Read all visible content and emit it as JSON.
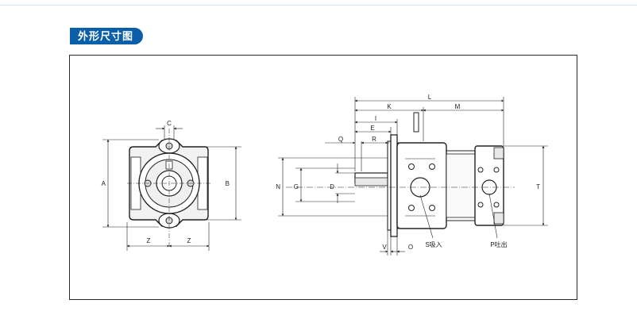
{
  "header": {
    "title": "外形尺寸图"
  },
  "front_view": {
    "labels": {
      "c": "C",
      "a": "A",
      "b": "B",
      "z_left": "Z",
      "z_right": "Z"
    }
  },
  "side_view": {
    "labels": {
      "l": "L",
      "k": "K",
      "m": "M",
      "i": "I",
      "e": "E",
      "q": "Q",
      "r": "R",
      "n": "N",
      "g": "G",
      "d": "D",
      "t": "T",
      "v": "V",
      "o": "O",
      "s_suction": "S吸入",
      "p_discharge": "P吐出"
    }
  },
  "colors": {
    "title_bg": "#0b5fa9",
    "line": "#222222",
    "shade": "#e6e6e6"
  }
}
